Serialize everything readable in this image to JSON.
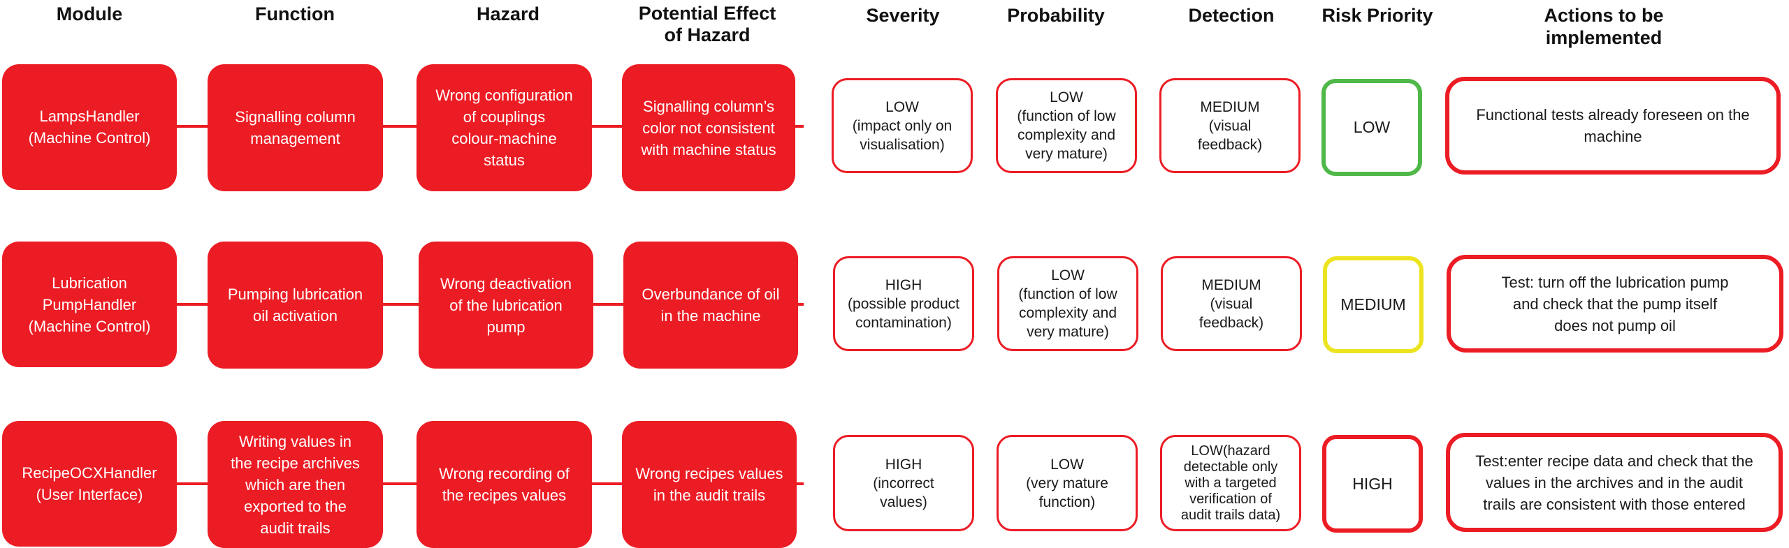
{
  "colors": {
    "accent_red": "#ec1c24",
    "risk_low": "#4fb848",
    "risk_medium": "#ece421",
    "risk_high": "#ec1c24"
  },
  "headers": {
    "module": "Module",
    "function": "Function",
    "hazard": "Hazard",
    "effect": "Potential Effect\nof Hazard",
    "severity": "Severity",
    "probability": "Probability",
    "detection": "Detection",
    "risk_priority": "Risk Priority",
    "actions": "Actions to be implemented"
  },
  "rows": [
    {
      "module": "LampsHandler\n(Machine Control)",
      "function": "Signalling column\nmanagement",
      "hazard": "Wrong configuration\nof couplings\ncolour-machine\nstatus",
      "effect": "Signalling column’s\ncolor not consistent\nwith machine status",
      "severity": "LOW\n(impact only on\nvisualisation)",
      "probability": "LOW\n(function of low\ncomplexity and\nvery mature)",
      "detection": "MEDIUM\n(visual\nfeedback)",
      "risk_priority": "LOW",
      "risk_level": "low",
      "actions": "Functional tests already foreseen on the\nmachine"
    },
    {
      "module": "Lubrication\nPumpHandler\n(Machine Control)",
      "function": "Pumping lubrication\noil activation",
      "hazard": "Wrong deactivation\nof the lubrication\npump",
      "effect": "Overbundance of oil\nin the machine",
      "severity": "HIGH\n(possible product\ncontamination)",
      "probability": "LOW\n(function of low\ncomplexity and\nvery mature)",
      "detection": "MEDIUM\n(visual\nfeedback)",
      "risk_priority": "MEDIUM",
      "risk_level": "medium",
      "actions": "Test: turn off the lubrication pump\nand check that the pump itself\ndoes not pump oil"
    },
    {
      "module": "RecipeOCXHandler\n(User Interface)",
      "function": "Writing values in\nthe recipe archives\nwhich are then\nexported to the\naudit trails",
      "hazard": "Wrong recording of\nthe recipes values",
      "effect": "Wrong recipes values\nin the audit trails",
      "severity": "HIGH\n(incorrect\nvalues)",
      "probability": "LOW\n(very mature\nfunction)",
      "detection": "LOW(hazard\ndetectable only\nwith a targeted\nverification of\naudit trails data)",
      "risk_priority": "HIGH",
      "risk_level": "high",
      "actions": "Test:enter recipe data and check that the\nvalues in the archives and in the audit\ntrails are consistent with those entered"
    }
  ]
}
